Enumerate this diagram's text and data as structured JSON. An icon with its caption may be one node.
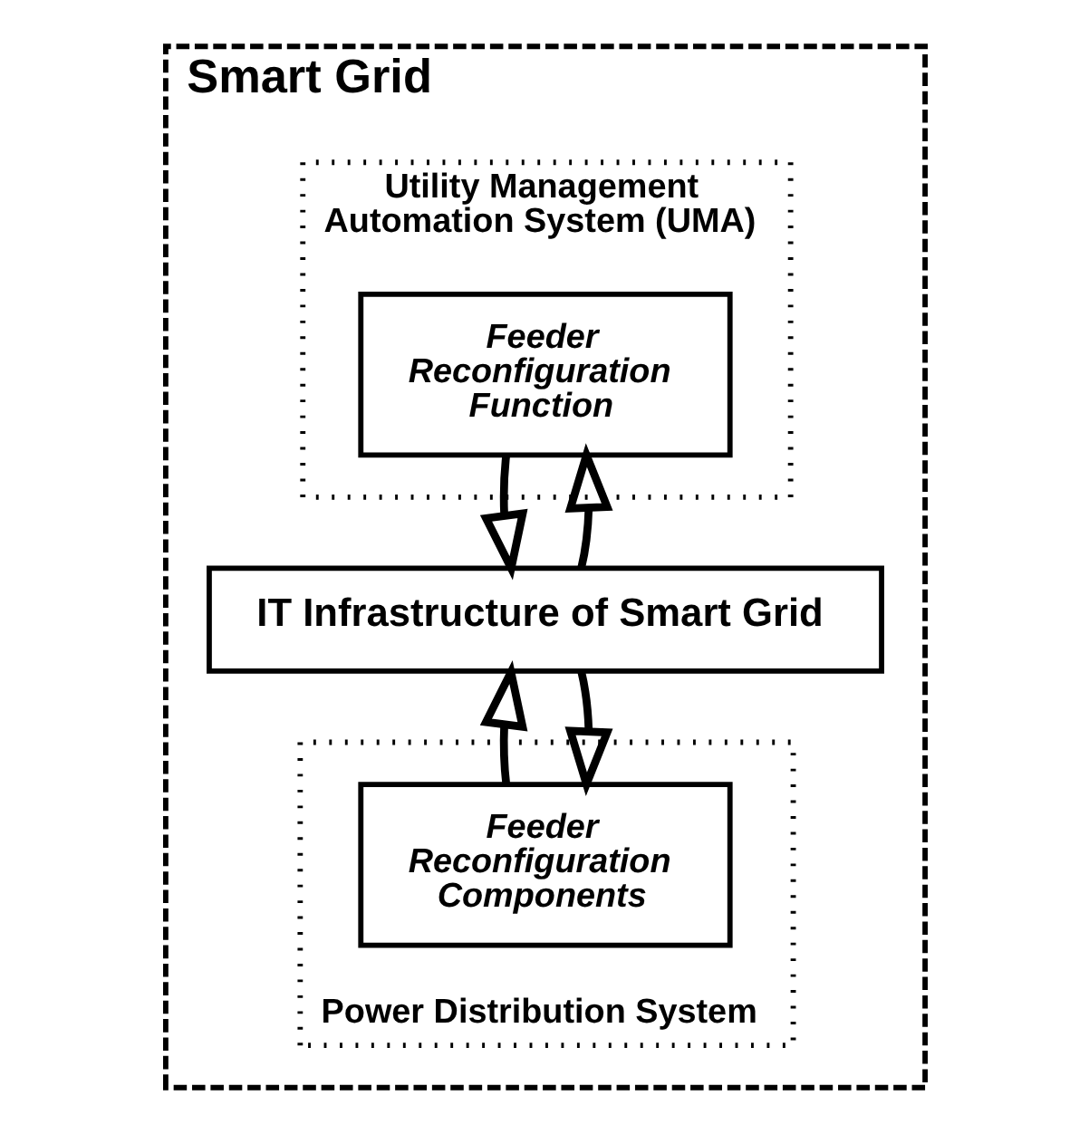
{
  "diagram": {
    "nodes": [
      {
        "text": [
          "Smart Grid"
        ]
      },
      {
        "text": [
          "Utility Management Automation System (UMA)"
        ],
        "in": 0
      },
      {
        "text": [
          "Feeder Reconfiguration Function"
        ],
        "in": 1
      },
      {
        "text": [
          "IT Infrastructure of Smart Grid"
        ],
        "in": 0
      },
      {
        "text": [
          "Power Distribution System"
        ],
        "in": 0
      },
      {
        "text": [
          "Feeder Reconfiguration Components"
        ],
        "in": 4
      }
    ],
    "edges": [
      {
        "from": 2,
        "to": 3,
        "arrow": "to"
      },
      {
        "from": 3,
        "to": 2,
        "arrow": "to"
      },
      {
        "from": 3,
        "to": 5,
        "arrow": "to"
      },
      {
        "from": 5,
        "to": 3,
        "arrow": "to"
      }
    ]
  }
}
